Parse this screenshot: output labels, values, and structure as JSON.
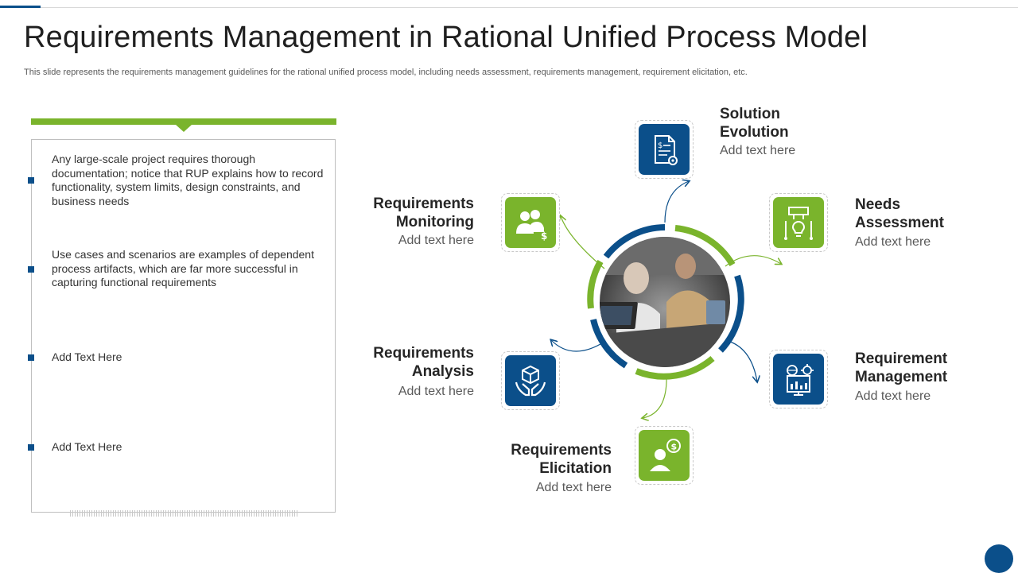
{
  "header": {
    "title": "Requirements Management in Rational Unified Process Model",
    "subtitle": "This slide represents the requirements management guidelines for the rational unified process model, including needs assessment, requirements management, requirement elicitation, etc."
  },
  "left_panel": {
    "items": [
      {
        "text": "Any large-scale project requires thorough documentation; notice that RUP explains how to record functionality,  system limits, design constraints, and business needs"
      },
      {
        "text": "Use cases and scenarios are examples of dependent process artifacts, which are far more successful in capturing functional requirements"
      },
      {
        "text": "Add Text Here"
      },
      {
        "text": "Add Text Here"
      }
    ]
  },
  "diagram": {
    "nodes": {
      "solution_evolution": {
        "title_1": "Solution",
        "title_2": "Evolution",
        "sub": "Add text here",
        "icon": "document-gear-icon"
      },
      "needs_assessment": {
        "title_1": "Needs",
        "title_2": "Assessment",
        "sub": "Add text here",
        "icon": "lightbulb-machine-icon"
      },
      "requirement_management": {
        "title_1": "Requirement",
        "title_2": "Management",
        "sub": "Add text here",
        "icon": "monitor-globe-icon"
      },
      "requirements_elicitation": {
        "title_1": "Requirements",
        "title_2": "Elicitation",
        "sub": "Add text here",
        "icon": "person-dollar-icon"
      },
      "requirements_analysis": {
        "title_1": "Requirements",
        "title_2": "Analysis",
        "sub": "Add text here",
        "icon": "hands-box-icon"
      },
      "requirements_monitoring": {
        "title_1": "Requirements",
        "title_2": "Monitoring",
        "sub": "Add text here",
        "icon": "team-dollar-icon"
      }
    }
  },
  "colors": {
    "blue": "#0b4f8a",
    "green": "#7ab42c"
  }
}
